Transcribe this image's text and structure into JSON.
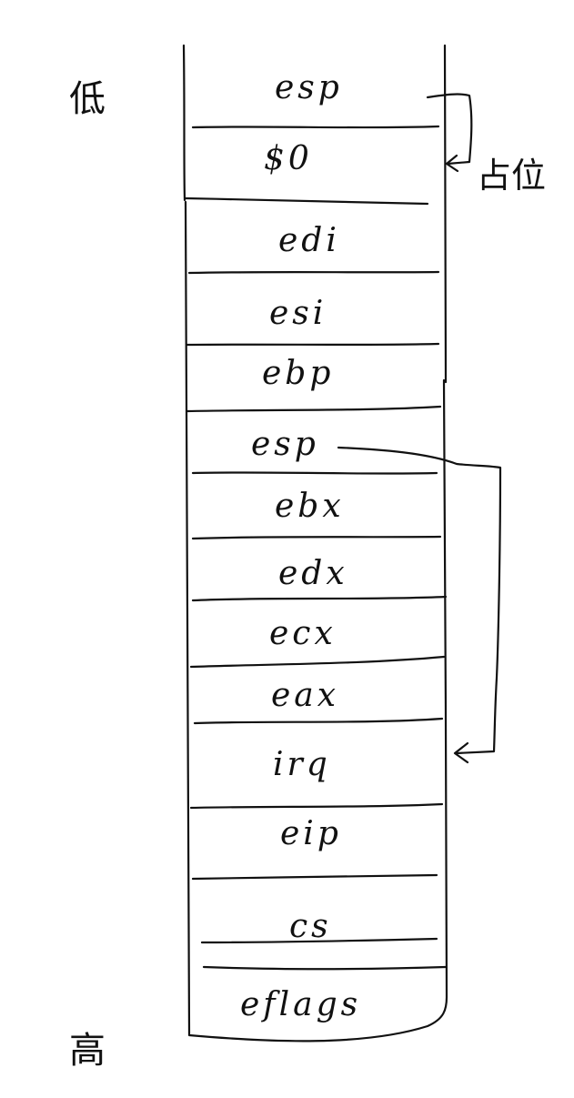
{
  "labels": {
    "low": "低",
    "high": "高",
    "placeholder_note": "占位"
  },
  "stack": {
    "slots": [
      "esp",
      "$0",
      "edi",
      "esi",
      "ebp",
      "esp",
      "ebx",
      "edx",
      "ecx",
      "eax",
      "irq",
      "eip",
      "cs",
      "eflags"
    ]
  }
}
